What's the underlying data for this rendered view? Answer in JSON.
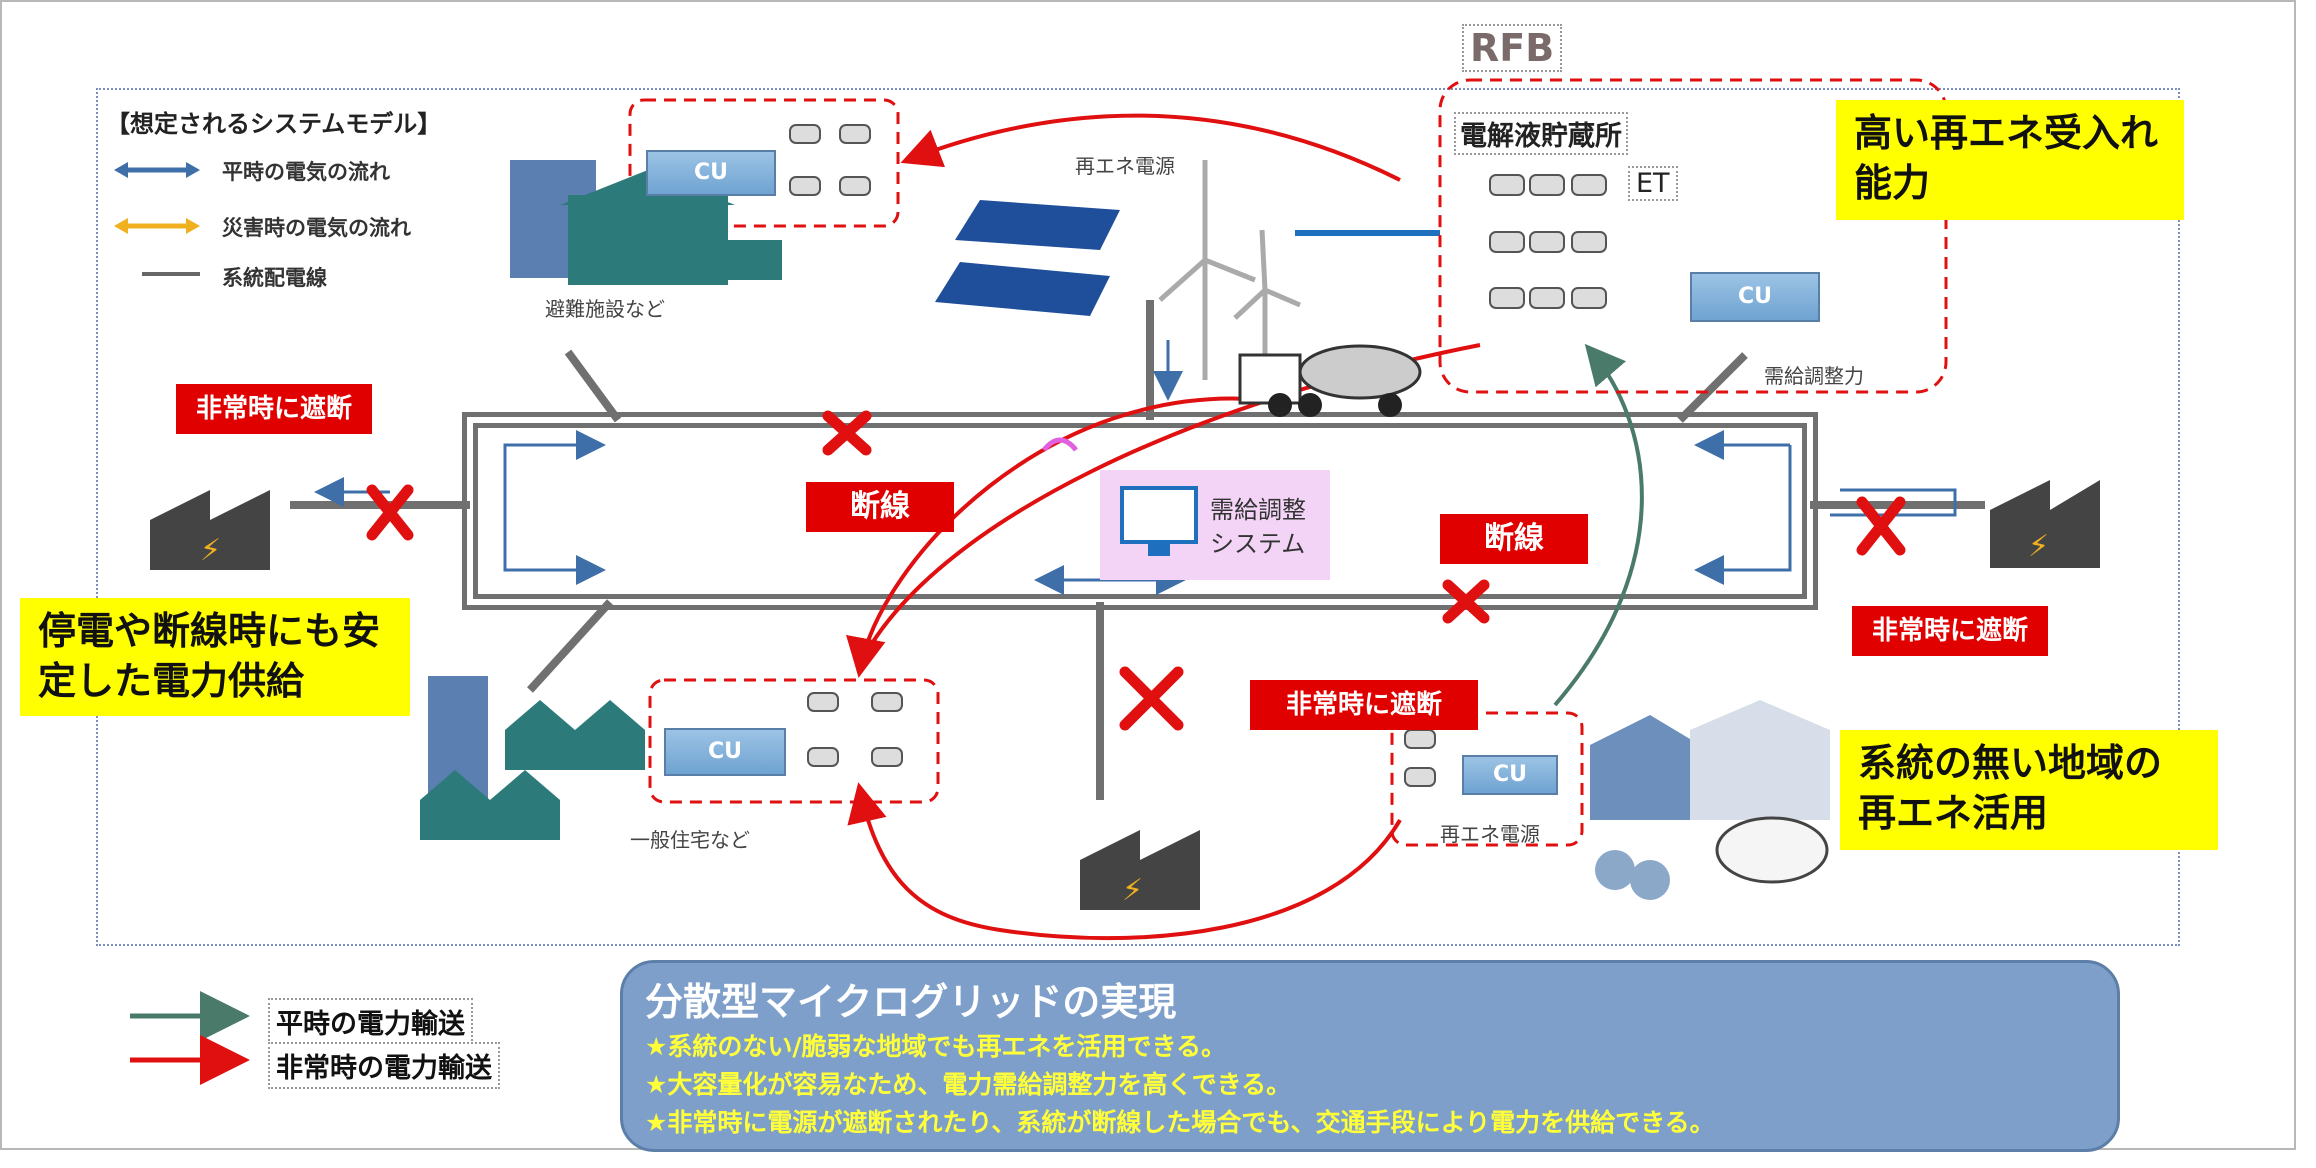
{
  "title": "【想定されるシステムモデル】",
  "legend_top": {
    "normal_flow": "平時の電気の流れ",
    "disaster_flow": "災害時の電気の流れ",
    "grid_line": "系統配電線"
  },
  "rfb": {
    "label": "RFB",
    "storage": "電解液貯蔵所",
    "et": "ET",
    "cu": "CU",
    "capacity": "需給調整力"
  },
  "renewable_top": "再エネ電源",
  "evacuation": "避難施設など",
  "housing": "一般住宅など",
  "renewable_bottom": "再エネ電源",
  "control_system": {
    "line1": "需給調整",
    "line2": "システム"
  },
  "badges": {
    "cutoff_left": "非常時に遮断",
    "cutoff_right": "非常時に遮断",
    "cutoff_bottom": "非常時に遮断",
    "break_left": "断線",
    "break_right": "断線"
  },
  "cu_label": "CU",
  "callouts": {
    "top_right": [
      "高い再エネ受入れ",
      "能力"
    ],
    "left": [
      "停電や断線時にも安",
      "定した電力供給"
    ],
    "bottom_right": [
      "系統の無い地域の",
      "再エネ活用"
    ]
  },
  "bottom_legend": {
    "normal": "平時の電力輸送",
    "emergency": "非常時の電力輸送"
  },
  "summary": {
    "title": "分散型マイクログリッドの実現",
    "items": [
      "★系統のない/脆弱な地域でも再エネを活用できる。",
      "★大容量化が容易なため、電力需給調整力を高くできる。",
      "★非常時に電源が遮断されたり、系統が断線した場合でも、交通手段により電力を供給できる。"
    ]
  },
  "colors": {
    "normal_arrow": "#4a7a6a",
    "emergency_arrow": "#e01010",
    "callout": "#ffff00",
    "badge": "#e00000",
    "summary_bg": "#7e9fc9"
  }
}
